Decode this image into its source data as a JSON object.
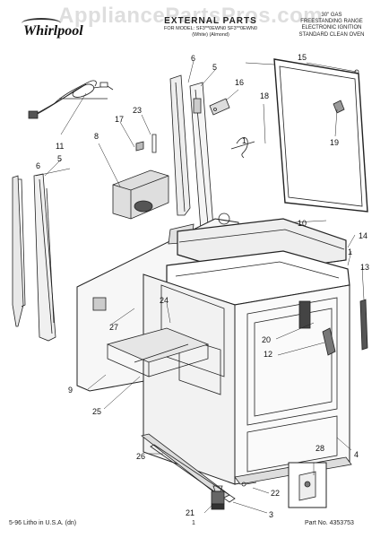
{
  "header": {
    "brand": "Whirlpool",
    "watermark": "AppliancePartsPros.com",
    "title": "EXTERNAL PARTS",
    "subtitle_line1": "FOR MODEL: SF3**0EWN0 SF3**0EWN0",
    "subtitle_line2": "(White)      (Almond)",
    "right_line1": "30\" GAS",
    "right_line2": "FREESTANDING RANGE",
    "right_line3": "ELECTRONIC IGNITION",
    "right_line4": "STANDARD CLEAN OVEN"
  },
  "footer": {
    "left": "5-96 Litho in U.S.A. (dn)",
    "page": "1",
    "part_no": "Part No. 4353753"
  },
  "callouts": [
    "1",
    "3",
    "4",
    "5",
    "6",
    "8",
    "9",
    "10",
    "11",
    "12",
    "13",
    "14",
    "15",
    "16",
    "17",
    "18",
    "19",
    "20",
    "21",
    "22",
    "23",
    "24",
    "25",
    "26",
    "27",
    "28"
  ]
}
